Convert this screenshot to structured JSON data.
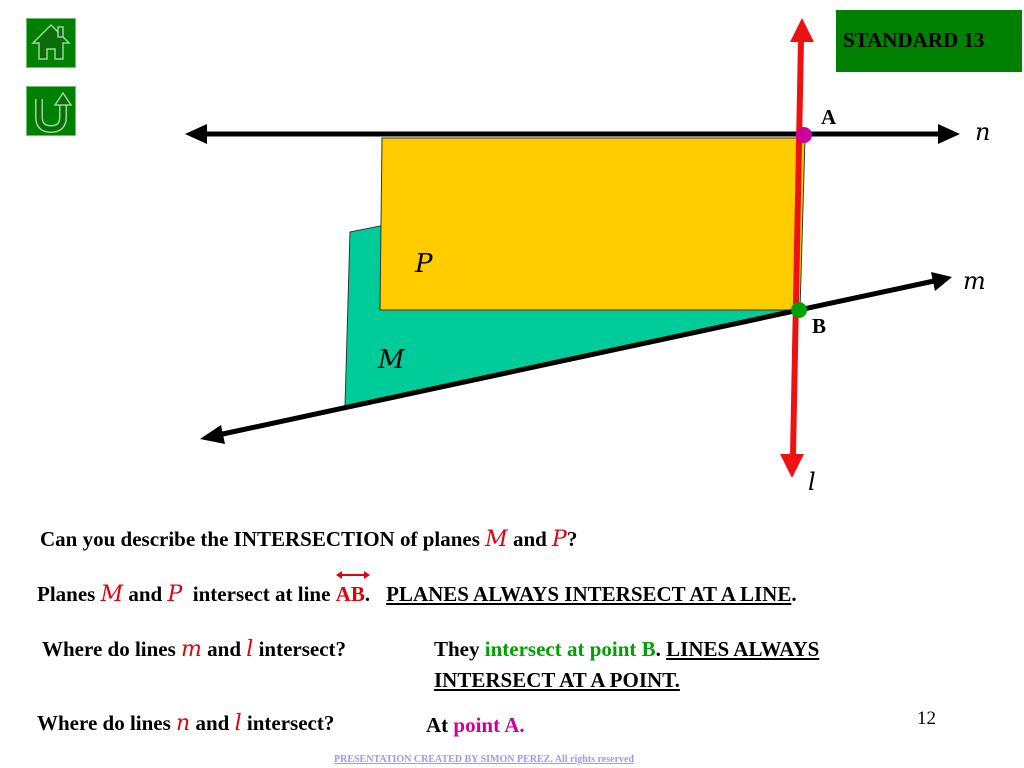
{
  "standard_label": "STANDARD 13",
  "nav": {
    "home_icon": "home-icon",
    "back_icon": "u-turn-back-icon"
  },
  "figure": {
    "lines": {
      "n": "n",
      "m": "m",
      "l": "l"
    },
    "planes": {
      "P": "P",
      "M": "M"
    },
    "points": {
      "A": "A",
      "B": "B"
    },
    "colors": {
      "plane_P": "#FFCC00",
      "plane_M": "#00CC99",
      "line_l": "#EE1111",
      "point_A": "#CC0099",
      "point_B": "#00A000"
    }
  },
  "questions": {
    "q1": {
      "text": "Can you describe the INTERSECTION of planes ",
      "var1": "M",
      "and": " and ",
      "var2": "P",
      "end": "?"
    },
    "a1": {
      "planes": "Planes ",
      "var1": "M",
      "and": " and ",
      "var2": "P",
      "mid": "  intersect at line ",
      "line": "AB",
      "dot": ".",
      "rule": "PLANES ALWAYS INTERSECT AT A LINE",
      "end": "."
    },
    "q2": {
      "start": "Where do lines ",
      "var1": "m",
      "and": " and ",
      "var2": "l",
      "end": " intersect?"
    },
    "a2": {
      "they": "They ",
      "green": "intersect at point B",
      "dot": ". ",
      "rule1": "LINES ALWAYS",
      "rule2": "INTERSECT AT A POINT."
    },
    "q3": {
      "start": "Where do lines ",
      "var1": "n",
      "and": " and ",
      "var2": "l",
      "end": " intersect?"
    },
    "a3": {
      "at": "At ",
      "point": "point A."
    }
  },
  "page_number": "12",
  "footer": "PRESENTATION CREATED BY SIMON PEREZ. All rights reserved"
}
